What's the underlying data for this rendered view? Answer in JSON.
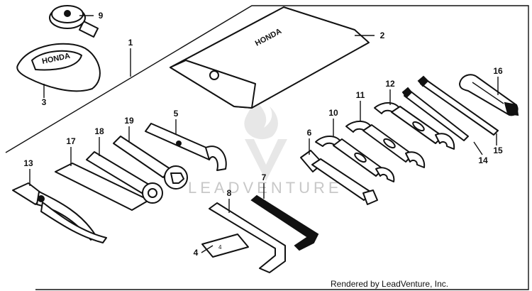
{
  "callouts": {
    "c1": "1",
    "c2": "2",
    "c3": "3",
    "c4": "4",
    "c5": "5",
    "c6": "6",
    "c7": "7",
    "c8": "8",
    "c9": "9",
    "c10": "10",
    "c11": "11",
    "c12": "12",
    "c13": "13",
    "c14": "14",
    "c15": "15",
    "c16": "16",
    "c17": "17",
    "c18": "18",
    "c19": "19"
  },
  "brand_text": "HONDA",
  "watermark": "LEADVENTURE",
  "footer": "Rendered by LeadVenture, Inc.",
  "colors": {
    "ink": "#111111",
    "watermark": "#c8c8c8",
    "background": "#ffffff"
  }
}
